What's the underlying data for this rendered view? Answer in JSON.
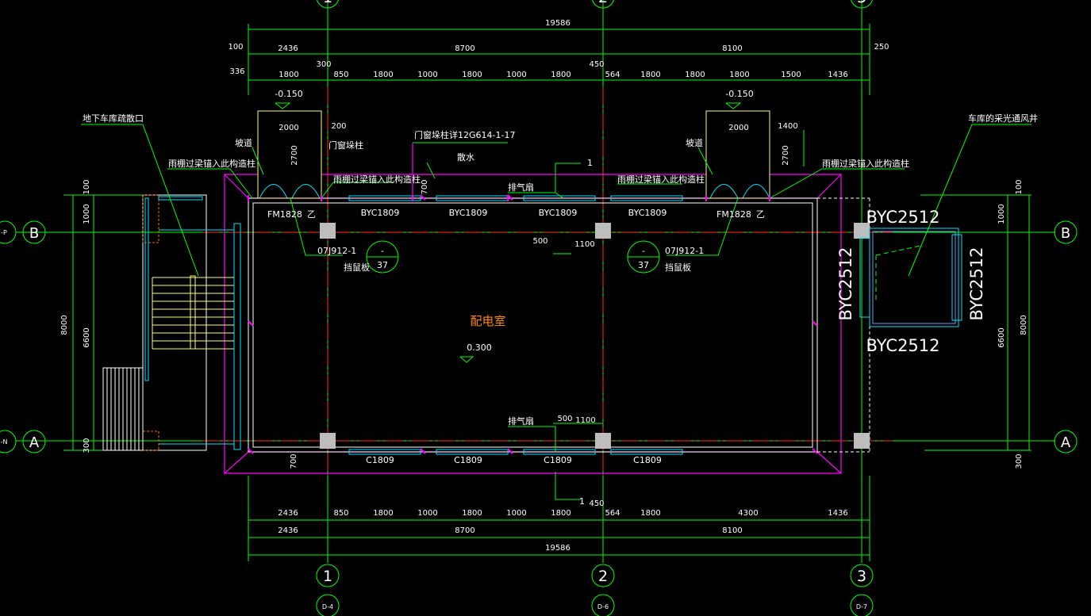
{
  "room": {
    "name": "配电室",
    "elevation": "0.300"
  },
  "grid": {
    "columns": [
      "1",
      "2",
      "3"
    ],
    "rows": [
      "B",
      "A"
    ],
    "column_refs": [
      "D-4",
      "D-6",
      "D-7"
    ],
    "row_refs": [
      "-P",
      "-N"
    ]
  },
  "dims_top": {
    "overall": "19586",
    "left_offset": "100",
    "right_offset": "250",
    "row1": [
      "2436",
      "8700",
      "8100"
    ],
    "row2_left": "336",
    "row2": [
      "1800",
      "850",
      "1800",
      "1000",
      "1800",
      "1000",
      "1800",
      "564",
      "1800",
      "1800",
      "1800",
      "1500",
      "1436"
    ],
    "gaps": [
      "300",
      "450"
    ]
  },
  "dims_bottom": {
    "row1": [
      "2436",
      "850",
      "1800",
      "1000",
      "1800",
      "1000",
      "1800",
      "564",
      "1800",
      "4300",
      "1436"
    ],
    "row2": [
      "2436",
      "8700",
      "8100"
    ],
    "overall": "19586",
    "gap": "450"
  },
  "dims_left": [
    "100",
    "1000",
    "6600",
    "8000",
    "300"
  ],
  "dims_right": [
    "100",
    "1000",
    "6600",
    "8000",
    "300"
  ],
  "dims_misc": {
    "ramp_width": "2000",
    "ramp_height": "2700",
    "ramp_offset": "200",
    "ramp_width_r": "2000",
    "ramp_height_r": "2700",
    "ramp_depth_r": "1400",
    "sill": "700",
    "sill_b": "700",
    "fan_top": [
      "500",
      "1100"
    ],
    "fan_bot": [
      "500",
      "1100"
    ]
  },
  "labels": {
    "exit": "地下车库疏散口",
    "skylight": "车库的采光通风井",
    "ramp_l": "坡道",
    "ramp_r": "坡道",
    "beam_l": "雨棚过梁锚入此构造柱",
    "beam_m": "雨棚过梁锚入此构造柱",
    "beam_r": "雨棚过梁锚入此构造柱",
    "beam_rr": "雨棚过梁锚入此构造柱",
    "door_post": "门窗垛柱",
    "window_ref": "门窗垛柱详12G614-1-17",
    "apron": "散水",
    "fan_top": "排气扇",
    "fan_bot": "排气扇",
    "rat_l": "挡鼠板",
    "rat_r": "挡鼠板",
    "rat_ref_l": "07J912-1",
    "rat_ref_r": "07J912-1",
    "rat_circle_top": "-",
    "rat_circle_bot": "37",
    "section": "1",
    "section_b": "1",
    "elev_l": "-0.150",
    "elev_r": "-0.150",
    "door_l": "FM1828",
    "door_r": "FM1828",
    "door_grade_l": "乙",
    "door_grade_r": "乙"
  },
  "windows_top": [
    "BYC1809",
    "BYC1809",
    "BYC1809",
    "BYC1809"
  ],
  "windows_bottom": [
    "C1809",
    "C1809",
    "C1809",
    "C1809"
  ],
  "windows_shaft": [
    "BYC2512",
    "BYC2512",
    "BYC2512",
    "BYC2512"
  ]
}
